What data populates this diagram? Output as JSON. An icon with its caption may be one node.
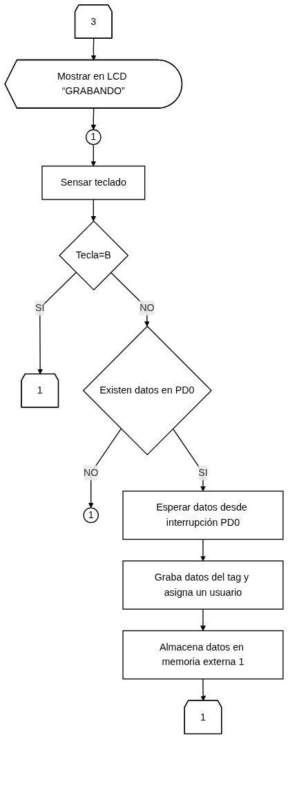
{
  "diagram": {
    "nodes": [
      {
        "text": [
          "3"
        ]
      },
      {
        "text": [
          "Mostrar en LCD “GRABANDO”"
        ]
      },
      {
        "text": [
          "1"
        ]
      },
      {
        "text": [
          "Sensar teclado"
        ]
      },
      {
        "text": [
          "Tecla=B"
        ]
      },
      {
        "text": [
          "1"
        ]
      },
      {
        "text": [
          "Existen datos en PD0"
        ]
      },
      {
        "text": [
          "1"
        ]
      },
      {
        "text": [
          "Esperar datos desde interrupción PD0"
        ]
      },
      {
        "text": [
          "Graba datos del tag y asigna un usuario"
        ]
      },
      {
        "text": [
          "Almacena datos en memoria externa 1"
        ]
      },
      {
        "text": [
          "1"
        ]
      }
    ],
    "edges": [
      {
        "from": 0,
        "to": 1,
        "arrow": "to"
      },
      {
        "from": 1,
        "to": 2,
        "arrow": "to"
      },
      {
        "from": 2,
        "to": 3,
        "arrow": "to"
      },
      {
        "from": 3,
        "to": 4,
        "arrow": "to"
      },
      {
        "from": 4,
        "to": 5,
        "arrow": "to",
        "label": "SI"
      },
      {
        "from": 4,
        "to": 6,
        "arrow": "to",
        "label": "NO"
      },
      {
        "from": 6,
        "to": 7,
        "arrow": "to",
        "label": "NO"
      },
      {
        "from": 6,
        "to": 8,
        "arrow": "to",
        "label": "SI"
      },
      {
        "from": 8,
        "to": 9,
        "arrow": "to"
      },
      {
        "from": 9,
        "to": 10,
        "arrow": "to"
      },
      {
        "from": 10,
        "to": 11,
        "arrow": "to"
      }
    ]
  }
}
